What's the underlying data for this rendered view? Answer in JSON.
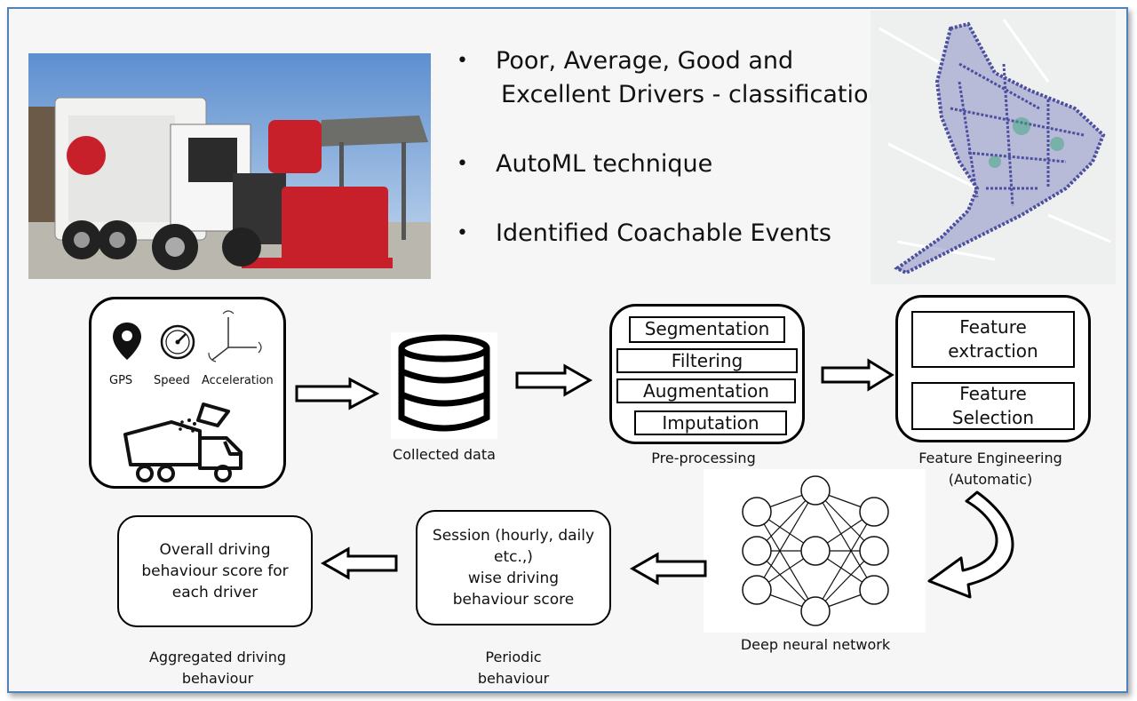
{
  "bullets": {
    "items": [
      {
        "line1": "Poor, Average, Good and",
        "line2": "Excellent Drivers - classification"
      },
      {
        "line1": "AutoML technique"
      },
      {
        "line1": "Identified Coachable Events"
      }
    ]
  },
  "sensors": {
    "gps": "GPS",
    "speed": "Speed",
    "acceleration": "Acceleration"
  },
  "collected_data": {
    "label": "Collected data"
  },
  "preprocessing": {
    "label": "Pre-processing",
    "steps": [
      "Segmentation",
      "Filtering",
      "Augmentation",
      "Imputation"
    ]
  },
  "feature_engineering": {
    "label_line1": "Feature Engineering",
    "label_line2": "(Automatic)",
    "box1_line1": "Feature",
    "box1_line2": "extraction",
    "box2_line1": "Feature",
    "box2_line2": "Selection"
  },
  "dnn": {
    "label": "Deep neural network"
  },
  "periodic": {
    "box_lines": [
      "Session (hourly, daily",
      "etc.,)",
      "wise driving",
      "behaviour score"
    ],
    "label_line1": "Periodic",
    "label_line2": "behaviour"
  },
  "aggregated": {
    "box_lines": [
      "Overall driving",
      "behaviour score for",
      "each driver"
    ],
    "label_line1": "Aggregated driving",
    "label_line2": "behaviour"
  },
  "colors": {
    "border": "#4f81bd",
    "truck_red": "#c8202a",
    "map_route": "#4b4f9e",
    "map_green": "#3aa67a"
  }
}
